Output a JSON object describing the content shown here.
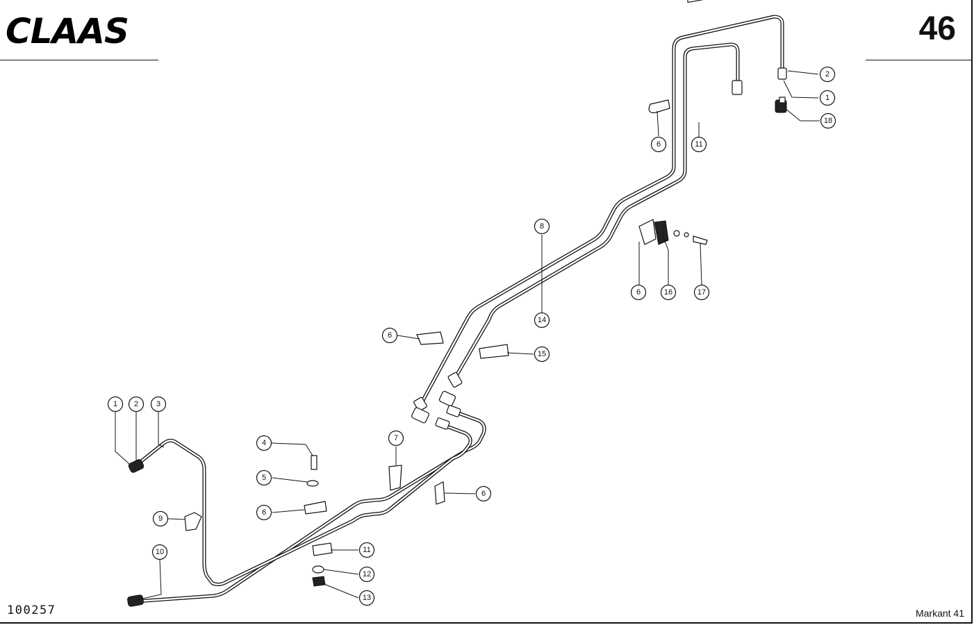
{
  "header": {
    "brand": "CLAAS",
    "page_number": "46"
  },
  "footer": {
    "drawing_number": "100257",
    "model": "Markant 41"
  },
  "callouts": {
    "top_fitting_2": "2",
    "top_fitting_1": "1",
    "top_fitting_18": "18",
    "clip_top_6": "6",
    "plate_top_11": "11",
    "pipe_8": "8",
    "pipe_14": "14",
    "clamp_right_6": "6",
    "clamp_16": "16",
    "bolt_17": "17",
    "clip_mid_6": "6",
    "plate_15": "15",
    "fitting_left_1": "1",
    "fitting_left_2": "2",
    "pipe_3": "3",
    "screw_4": "4",
    "washer_5": "5",
    "clip_low_6": "6",
    "bracket_7": "7",
    "clip_right_low_6": "6",
    "clip_9": "9",
    "fitting_10": "10",
    "plate_low_11": "11",
    "washer_12": "12",
    "nut_13": "13"
  }
}
